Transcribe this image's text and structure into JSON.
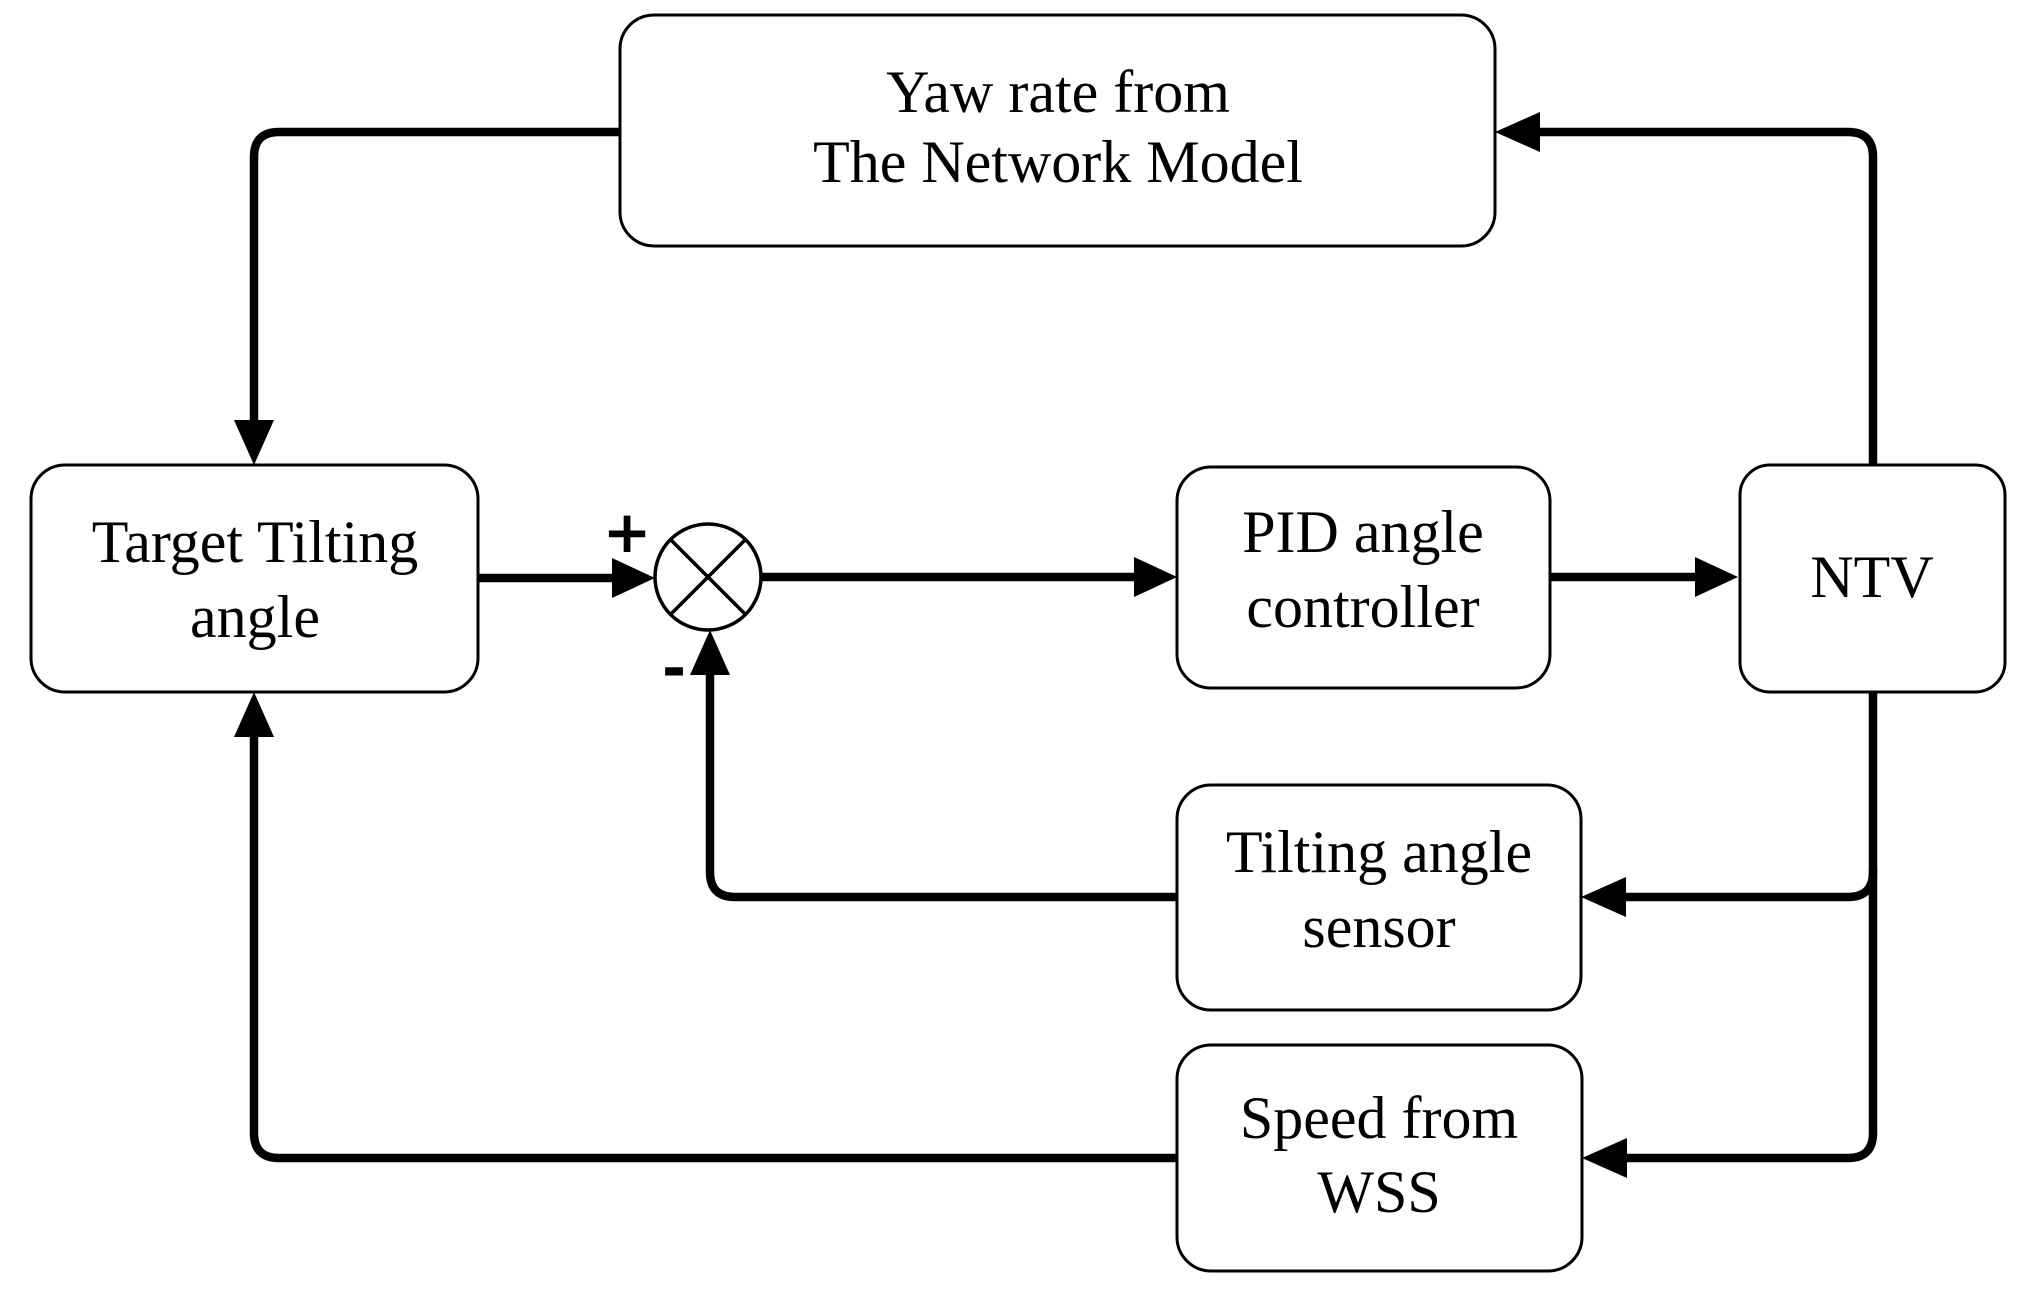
{
  "figure": {
    "type": "control-loop-block-diagram",
    "background_color": "#ffffff",
    "line_color": "#000000",
    "text_color": "#000000"
  },
  "boxes": {
    "yaw": {
      "line1": "Yaw rate from",
      "line2": "The Network Model"
    },
    "target": {
      "line1": "Target Tilting",
      "line2": "angle"
    },
    "pid": {
      "line1": "PID angle",
      "line2": "controller"
    },
    "ntv": {
      "label": "NTV"
    },
    "sensor": {
      "line1": "Tilting angle",
      "line2": "sensor"
    },
    "speed": {
      "line1": "Speed from",
      "line2": "WSS"
    }
  },
  "summing_junction": {
    "symbol": "circle-with-cross",
    "plus_label": "+",
    "minus_label": "-"
  },
  "edges": [
    {
      "from": "NTV",
      "to": "Yaw rate from The Network Model"
    },
    {
      "from": "Yaw rate from The Network Model",
      "to": "Target Tilting angle"
    },
    {
      "from": "Target Tilting angle",
      "to": "summing-junction",
      "sign": "+"
    },
    {
      "from": "summing-junction",
      "to": "PID angle controller"
    },
    {
      "from": "PID angle controller",
      "to": "NTV"
    },
    {
      "from": "NTV",
      "to": "Tilting angle sensor"
    },
    {
      "from": "Tilting angle sensor",
      "to": "summing-junction",
      "sign": "-"
    },
    {
      "from": "NTV",
      "to": "Speed from WSS"
    },
    {
      "from": "Speed from WSS",
      "to": "Target Tilting angle"
    }
  ]
}
